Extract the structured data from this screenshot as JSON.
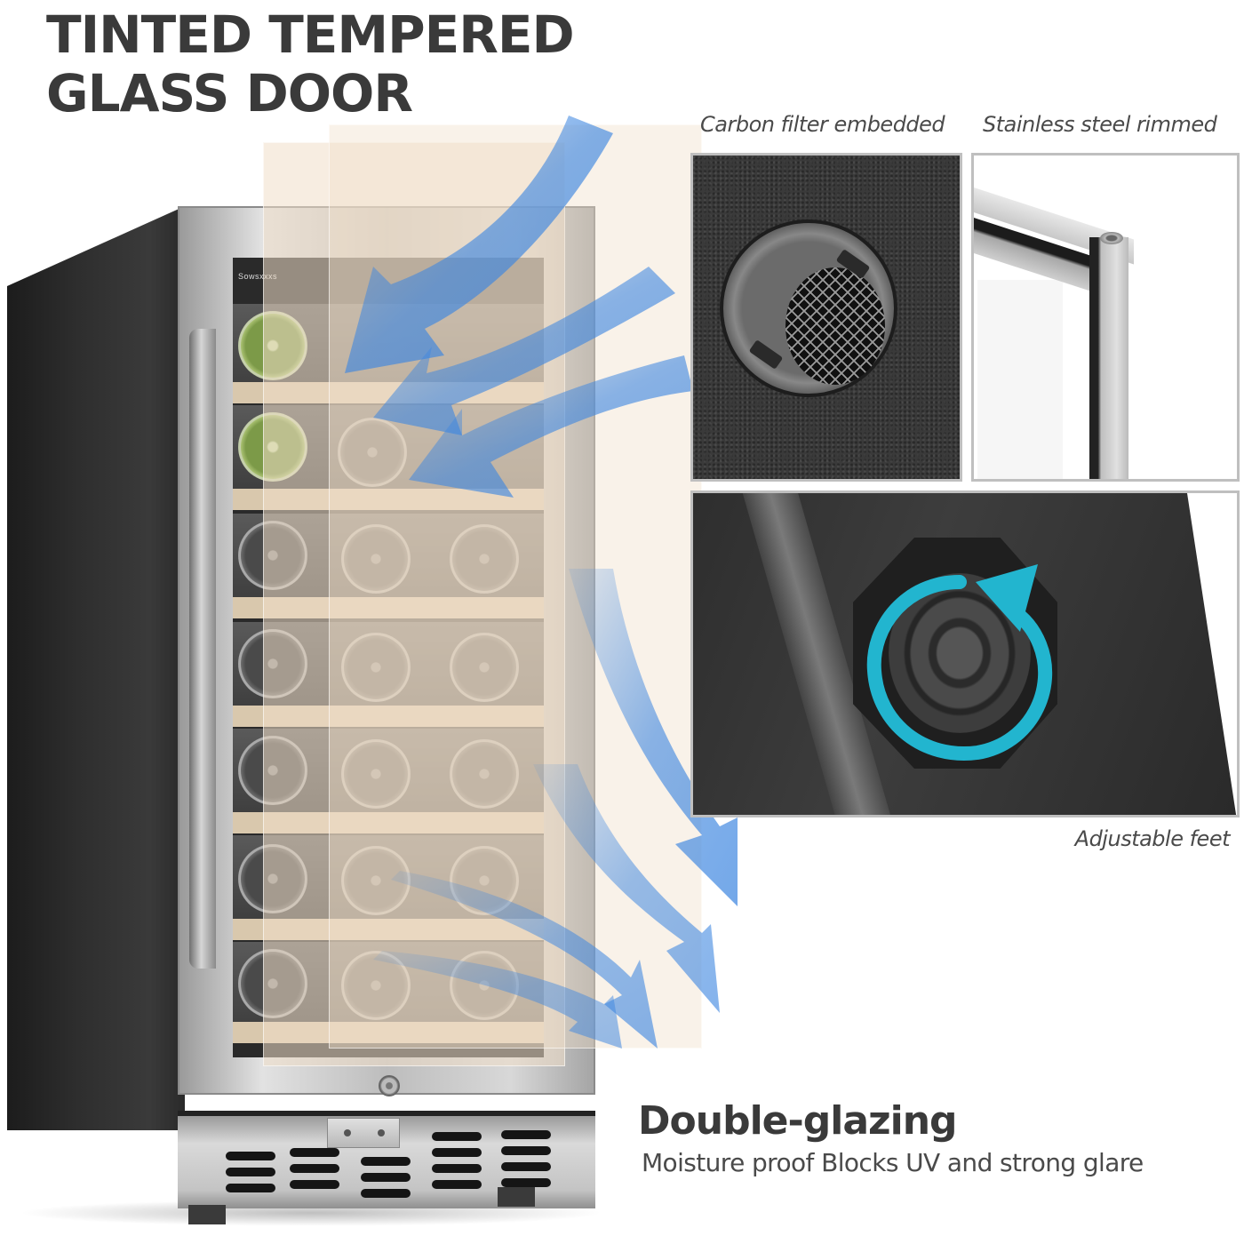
{
  "headline": {
    "line1": "TINTED TEMPERED",
    "line2": "GLASS DOOR"
  },
  "product": {
    "type": "wine cooler",
    "brand_logo": "Sowsxxxs",
    "shelves_visible": 7,
    "colors": {
      "side_panel": "#2a2a2a",
      "frame": "#c8c8c8",
      "shelf_wood": "#d9c8ad",
      "airflow_arrow": "#3d86e0",
      "glass_tint": "#f0dec8"
    }
  },
  "features": [
    {
      "id": "carbon",
      "caption": "Carbon filter embedded"
    },
    {
      "id": "steel",
      "caption": "Stainless steel rimmed"
    },
    {
      "id": "feet",
      "caption": "Adjustable feet",
      "arrow_color": "#22b5cf"
    }
  ],
  "double_glazing": {
    "title": "Double-glazing",
    "subtitle": "Moisture proof Blocks UV and strong glare"
  }
}
